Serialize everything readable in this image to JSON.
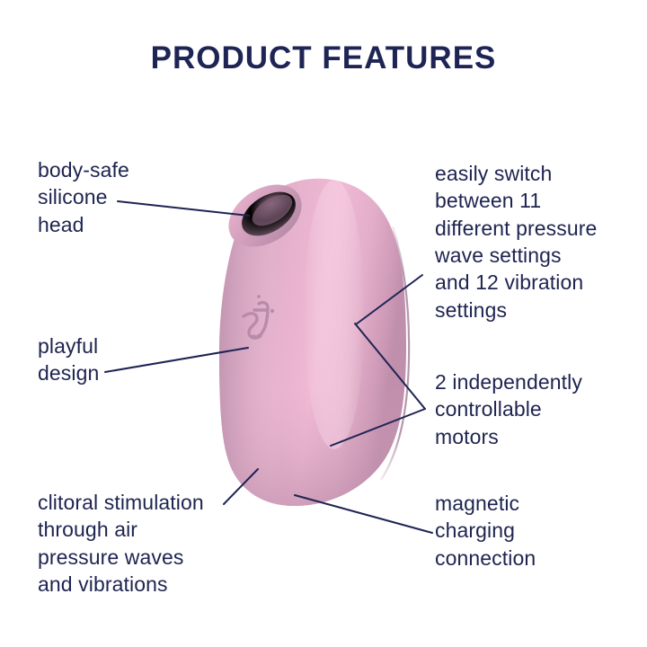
{
  "header": {
    "title": "PRODUCT FEATURES"
  },
  "colors": {
    "text_navy": "#1e2454",
    "leader_line": "#1e2454",
    "product_pink_light": "#f0b9d4",
    "product_pink_mid": "#d9a5c2",
    "product_pink_shadow": "#bd8fab",
    "product_opening_dark": "#8b6a80",
    "background": "#ffffff"
  },
  "features": [
    {
      "id": "body-safe",
      "side": "left",
      "text": "body-safe\nsilicone\nhead"
    },
    {
      "id": "playful",
      "side": "left",
      "text": "playful\ndesign"
    },
    {
      "id": "clitoral",
      "side": "left",
      "text": "clitoral stimulation\nthrough air\npressure waves\nand vibrations"
    },
    {
      "id": "easily-switch",
      "side": "right",
      "text": "easily switch\nbetween 11\ndifferent pressure\nwave settings\nand 12 vibration\nsettings"
    },
    {
      "id": "motors",
      "side": "right",
      "text": "2 independently\ncontrollable\nmotors"
    },
    {
      "id": "magnetic",
      "side": "right",
      "text": "magnetic\ncharging\nconnection"
    }
  ],
  "product": {
    "brand_mark": "satisfyer-sf-monogram",
    "alt": "pink silicone air-pulse stimulator"
  }
}
